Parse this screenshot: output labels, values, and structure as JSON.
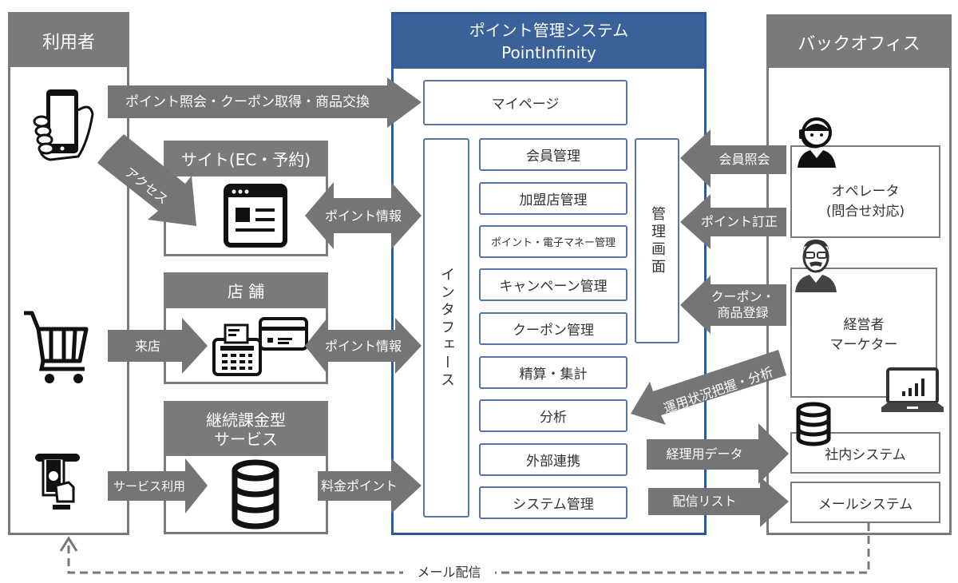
{
  "users_panel": {
    "title": "利用者"
  },
  "system": {
    "title_line1": "ポイント管理システム",
    "title_line2": "PointInfinity",
    "mypage": "マイページ",
    "interface": "インタフェース",
    "admin_screen": "管理画面",
    "modules": [
      "会員管理",
      "加盟店管理",
      "ポイント・電子マネー管理",
      "キャンペーン管理",
      "クーポン管理",
      "精算・集計",
      "分析",
      "外部連携",
      "システム管理"
    ]
  },
  "site": {
    "title": "サイト(EC・予約)"
  },
  "store": {
    "title": "店 舗"
  },
  "subscription": {
    "title_line1": "継続課金型",
    "title_line2": "サービス"
  },
  "backoffice": {
    "title": "バックオフィス",
    "operator_line1": "オペレータ",
    "operator_line2": "(問合せ対応)",
    "manager_line1": "経営者",
    "manager_line2": "マーケター",
    "internal_system": "社内システム",
    "mail_system": "メールシステム"
  },
  "arrows": {
    "point_inquiry": "ポイント照会・クーポン取得・商品交換",
    "access": "アクセス",
    "site_point_info": "ポイント情報",
    "visit_store": "来店",
    "store_point_info": "ポイント情報",
    "service_use": "サービス利用",
    "fee_point": "料金ポイント",
    "member_inquiry": "会員照会",
    "point_correction": "ポイント訂正",
    "coupon_reg_line1": "クーポン・",
    "coupon_reg_line2": "商品登録",
    "analysis": "運用状況把握・分析",
    "accounting_data": "経理用データ",
    "delivery_list": "配信リスト",
    "mail_delivery": "メール配信"
  },
  "colors": {
    "panel_gray": "#7a7a7a",
    "system_blue": "#3a6199",
    "module_border": "#5577a8"
  }
}
